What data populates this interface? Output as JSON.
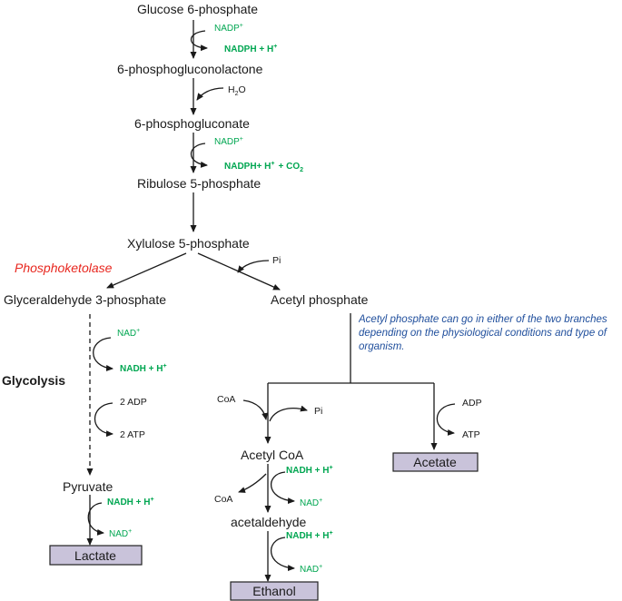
{
  "colors": {
    "green": "#00A651",
    "red": "#E8271F",
    "blue": "#1F4E9C",
    "box_fill": "#C9C3DA",
    "box_stroke": "#222222",
    "ink": "#1a1a1a"
  },
  "metabolites": {
    "glucose6p": "Glucose 6-phosphate",
    "pgl": "6-phosphogluconolactone",
    "pgluconate": "6-phosphogluconate",
    "ribulose5p": "Ribulose 5-phosphate",
    "xylulose5p": "Xylulose 5-phosphate",
    "g3p": "Glyceraldehyde 3-phosphate",
    "acetyl_phosphate": "Acetyl phosphate",
    "pyruvate": "Pyruvate",
    "acetyl_coa": "Acetyl CoA",
    "acetaldehyde": "acetaldehyde"
  },
  "products": {
    "lactate": "Lactate",
    "ethanol": "Ethanol",
    "acetate": "Acetate"
  },
  "labels": {
    "enzyme": "Phosphoketolase",
    "glycolysis": "Glycolysis",
    "note": "Acetyl phosphate can go in either of the two branches depending on the physiological conditions and type of organism."
  },
  "cofactors": {
    "nadp_plus": "NADP",
    "nadph_h": "NADPH + H",
    "h2o": "H",
    "nadph_h2": "NADPH+ H",
    "co2": "+ CO",
    "pi": "Pi",
    "nad_plus": "NAD",
    "nadh_h": "NADH + H",
    "adp_2": "2 ADP",
    "atp_2": "2 ATP",
    "coa": "CoA",
    "adp": "ADP",
    "atp": "ATP"
  }
}
